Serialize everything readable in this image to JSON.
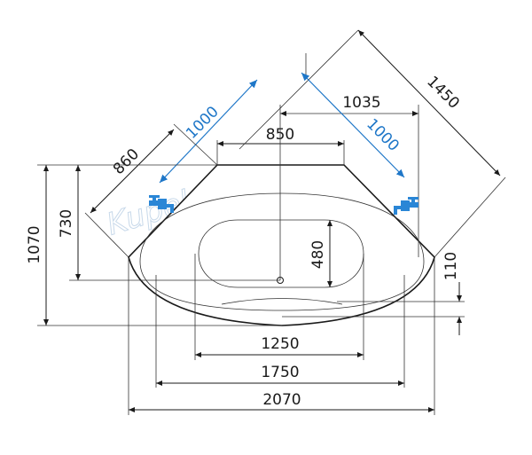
{
  "diagram": {
    "dimensions": {
      "d1450": "1450",
      "d1035": "1035",
      "d1000_right": "1000",
      "d1000_left": "1000",
      "d860": "860",
      "d850": "850",
      "d1070": "1070",
      "d730": "730",
      "d480": "480",
      "d110": "110",
      "d1250": "1250",
      "d1750": "1750",
      "d2070": "2070"
    },
    "watermark": "KupelnaSK",
    "icons": {
      "left_faucet": "faucet-icon",
      "right_faucet": "faucet-icon"
    },
    "colors": {
      "line": "#1a1a1a",
      "accent_blue": "#1f77c8",
      "faucet": "#2a86d6"
    }
  }
}
